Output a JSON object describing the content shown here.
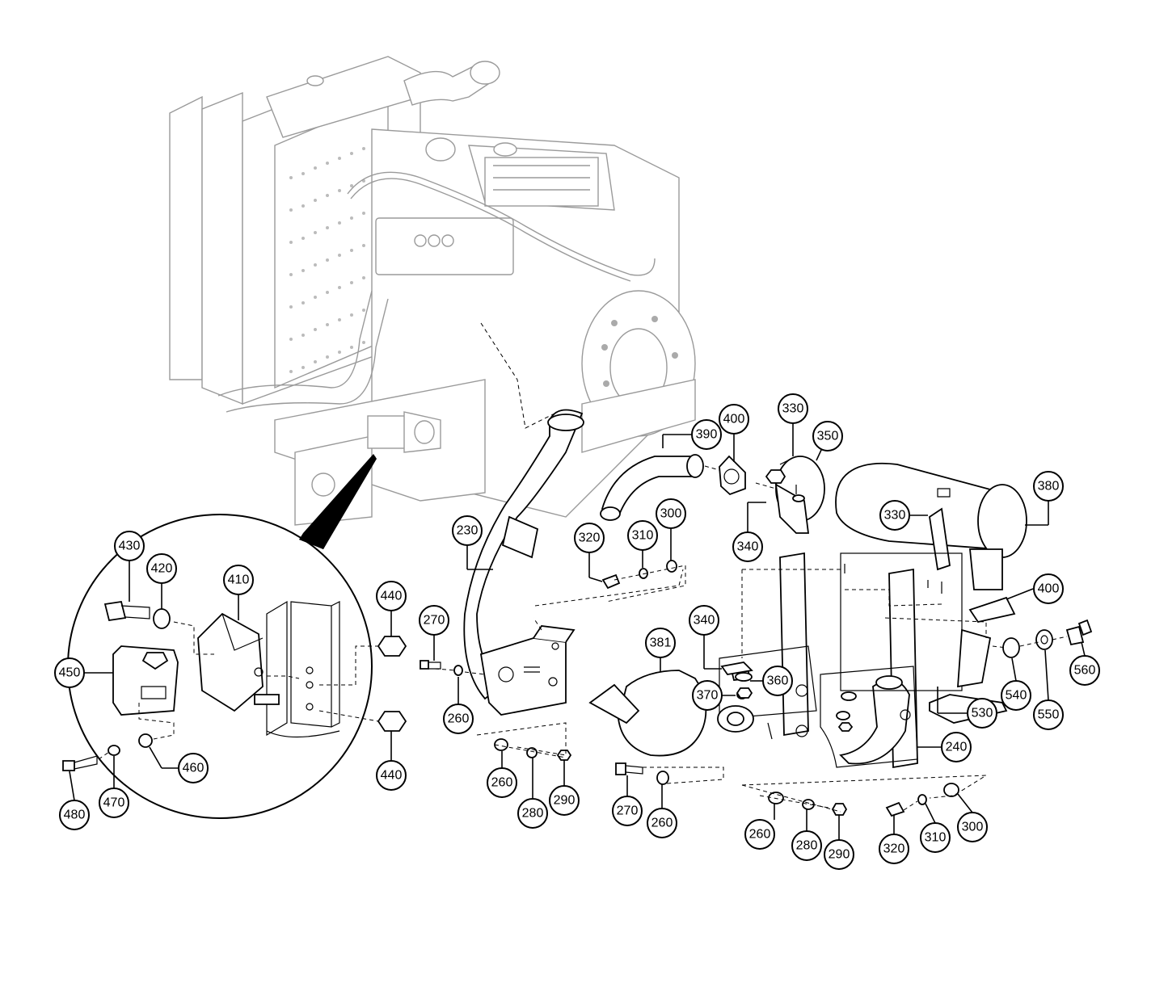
{
  "diagram": {
    "callouts": [
      {
        "label": "400"
      },
      {
        "label": "330"
      },
      {
        "label": "390"
      },
      {
        "label": "350"
      },
      {
        "label": "380"
      },
      {
        "label": "330"
      },
      {
        "label": "340"
      },
      {
        "label": "230"
      },
      {
        "label": "320"
      },
      {
        "label": "310"
      },
      {
        "label": "300"
      },
      {
        "label": "400"
      },
      {
        "label": "430"
      },
      {
        "label": "420"
      },
      {
        "label": "410"
      },
      {
        "label": "440"
      },
      {
        "label": "270"
      },
      {
        "label": "381"
      },
      {
        "label": "340"
      },
      {
        "label": "360"
      },
      {
        "label": "370"
      },
      {
        "label": "560"
      },
      {
        "label": "450"
      },
      {
        "label": "540"
      },
      {
        "label": "550"
      },
      {
        "label": "260"
      },
      {
        "label": "530"
      },
      {
        "label": "240"
      },
      {
        "label": "460"
      },
      {
        "label": "440"
      },
      {
        "label": "260"
      },
      {
        "label": "280"
      },
      {
        "label": "290"
      },
      {
        "label": "270"
      },
      {
        "label": "260"
      },
      {
        "label": "480"
      },
      {
        "label": "470"
      },
      {
        "label": "260"
      },
      {
        "label": "280"
      },
      {
        "label": "290"
      },
      {
        "label": "320"
      },
      {
        "label": "310"
      },
      {
        "label": "300"
      }
    ]
  }
}
